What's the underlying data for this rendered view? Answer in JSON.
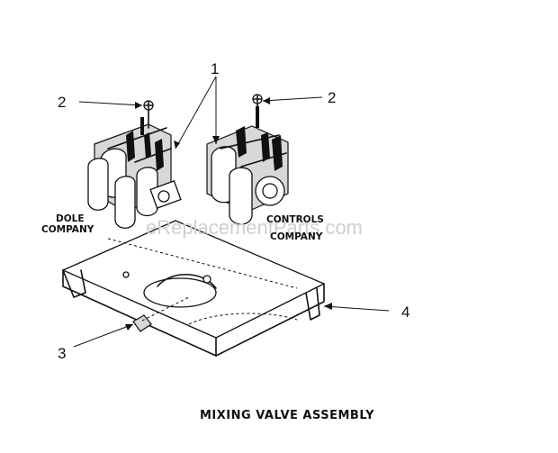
{
  "callouts": {
    "c1": "1",
    "c2_left": "2",
    "c2_right": "2",
    "c3": "3",
    "c4": "4"
  },
  "labels": {
    "left_valve_line1": "DOLE",
    "left_valve_line2": "COMPANY",
    "right_valve_line1": "CONTROLS",
    "right_valve_line2": "COMPANY"
  },
  "watermark": "eReplacementParts.com",
  "caption": "MIXING VALVE ASSEMBLY"
}
